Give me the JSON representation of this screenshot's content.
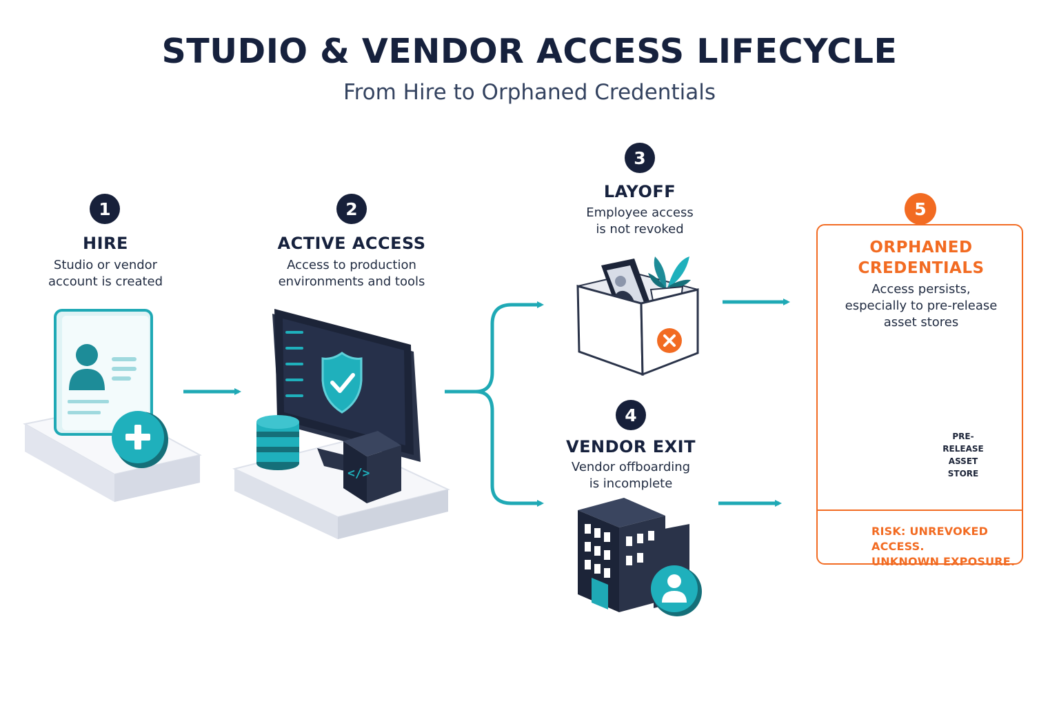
{
  "header": {
    "title": "STUDIO & VENDOR ACCESS LIFECYCLE",
    "subtitle": "From Hire to Orphaned Credentials"
  },
  "steps": [
    {
      "number": "1",
      "title": "HIRE",
      "desc_line1": "Studio or vendor",
      "desc_line2": "account is created"
    },
    {
      "number": "2",
      "title": "ACTIVE ACCESS",
      "desc_line1": "Access to production",
      "desc_line2": "environments and tools"
    },
    {
      "number": "3",
      "title": "LAYOFF",
      "desc_line1": "Employee access",
      "desc_line2": "is not revoked"
    },
    {
      "number": "4",
      "title": "VENDOR EXIT",
      "desc_line1": "Vendor offboarding",
      "desc_line2": "is incomplete"
    },
    {
      "number": "5",
      "title_line1": "ORPHANED",
      "title_line2": "CREDENTIALS",
      "desc_line1": "Access persists,",
      "desc_line2": "especially to pre-release",
      "desc_line3": "asset stores"
    }
  ],
  "asset_store_label": {
    "line1": "PRE-RELEASE",
    "line2": "ASSET STORE"
  },
  "risk": {
    "line1": "RISK: UNREVOKED ACCESS.",
    "line2": "UNKNOWN EXPOSURE."
  },
  "icons": [
    "id-card-icon",
    "add-icon",
    "monitor-icon",
    "shield-check-icon",
    "database-icon",
    "code-cube-icon",
    "box-icon",
    "plant-icon",
    "photo-frame-icon",
    "close-icon",
    "building-icon",
    "user-icon",
    "padlock-icon",
    "warning-icon",
    "arrow-icon"
  ],
  "colors": {
    "navy": "#17203a",
    "teal": "#1fa9b5",
    "orange": "#f26b22"
  }
}
